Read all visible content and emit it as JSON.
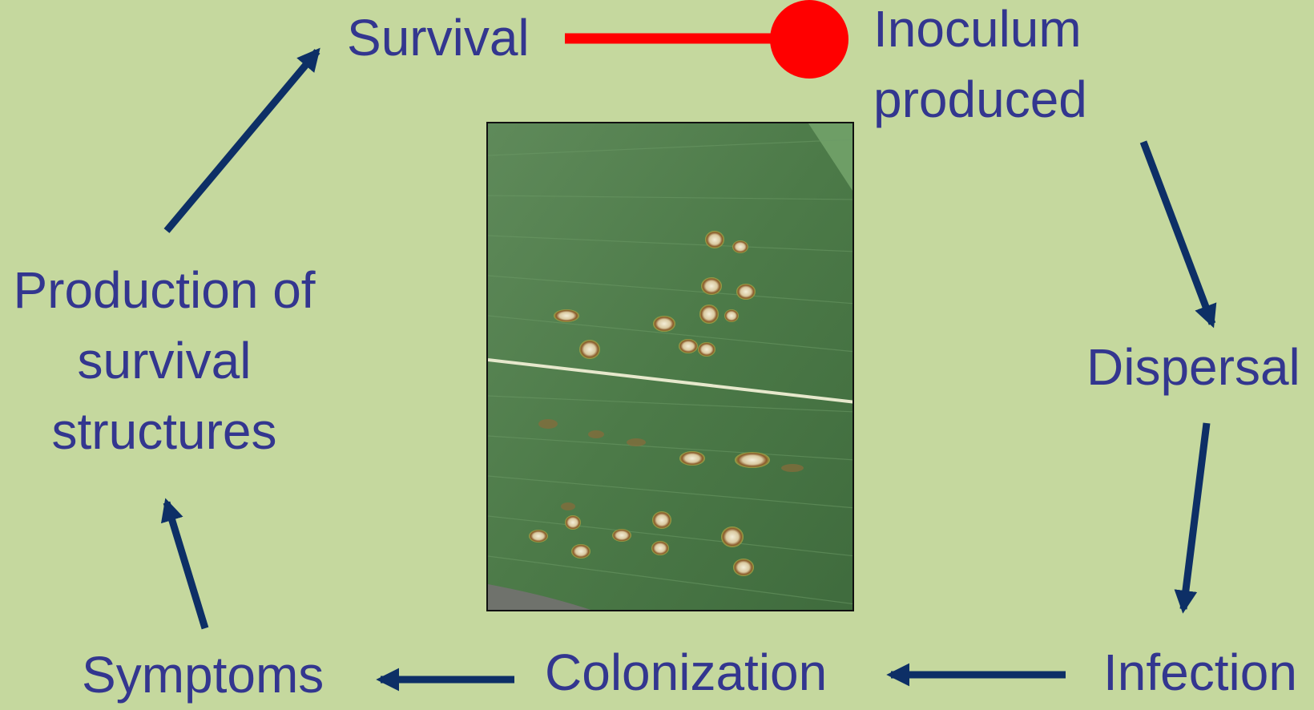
{
  "diagram": {
    "nodes": {
      "survival": "Survival",
      "inoculum_line1": "Inoculum",
      "inoculum_line2": "produced",
      "dispersal": "Dispersal",
      "infection": "Infection",
      "colonization": "Colonization",
      "symptoms": "Symptoms",
      "production_line1": "Production of",
      "production_line2": "survival",
      "production_line3": "structures"
    },
    "colors": {
      "background": "#c5d89e",
      "text": "#33368f",
      "arrow": "#0d2f66",
      "inhibit_link": "#ff0000"
    },
    "center_image": "corn leaf with lesions"
  }
}
